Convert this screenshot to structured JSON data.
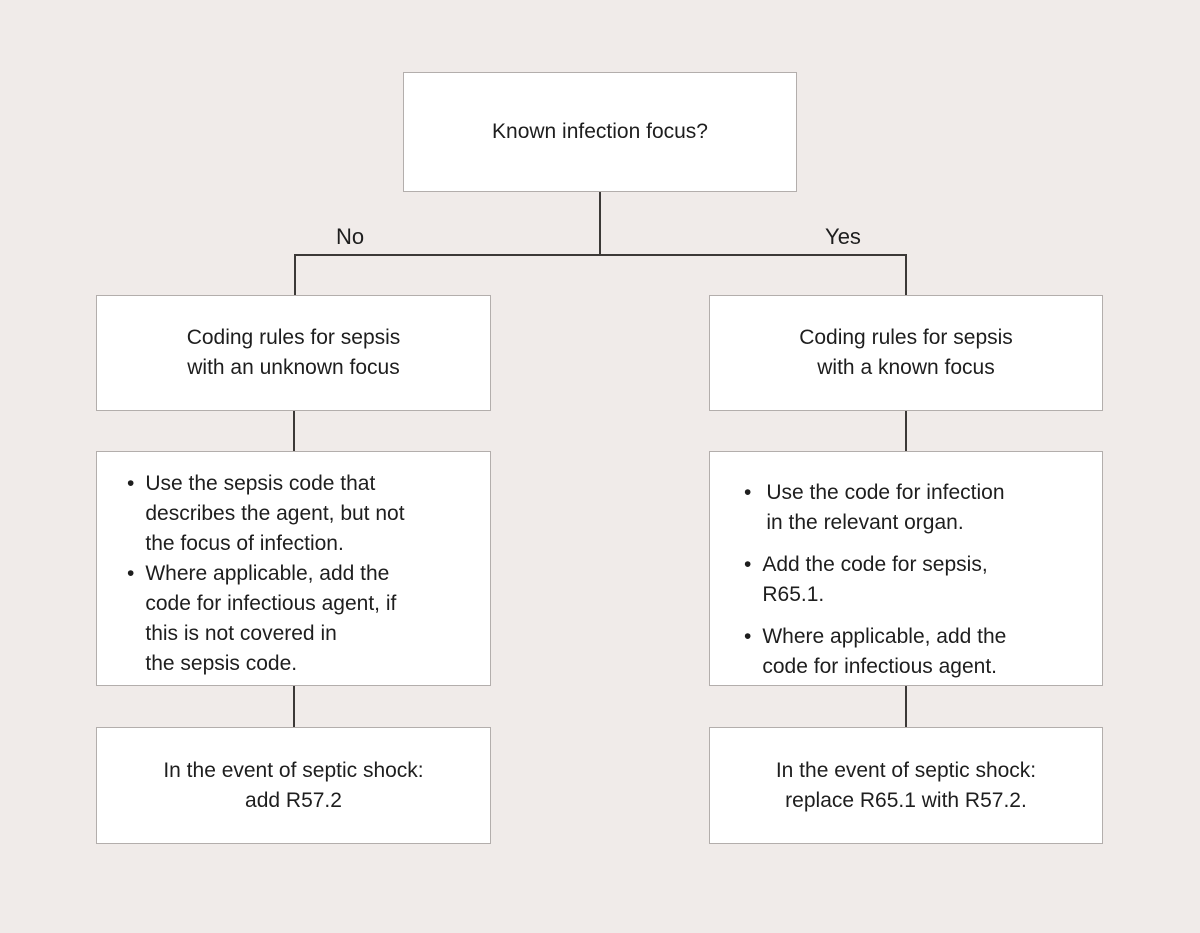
{
  "theme": {
    "background": "#f0ebe9",
    "box_fill": "#ffffff",
    "box_border": "#b3aeac",
    "connector_color": "#3c3937",
    "text_color": "#1e1e1e"
  },
  "ui": {
    "bullet": "•"
  },
  "nodes": {
    "root": {
      "label": "Known infection focus?"
    },
    "no_branch": {
      "edge_label": "No",
      "title": "Coding rules for sepsis\nwith an unknown focus",
      "rules": [
        "Use the sepsis code that\ndescribes the agent, but not\nthe focus of infection.",
        "Where applicable, add the\ncode for infectious agent, if\nthis is not covered in\nthe sepsis code."
      ],
      "septic_shock": "In the event of septic shock:\nadd R57.2"
    },
    "yes_branch": {
      "edge_label": "Yes",
      "title": "Coding rules for sepsis\nwith a known focus",
      "rules": [
        "Use the code for infection\nin the relevant organ.",
        "Add the code for sepsis,\nR65.1.",
        "Where applicable, add the\ncode for infectious agent."
      ],
      "septic_shock": "In the event of septic shock:\nreplace R65.1 with R57.2."
    }
  }
}
